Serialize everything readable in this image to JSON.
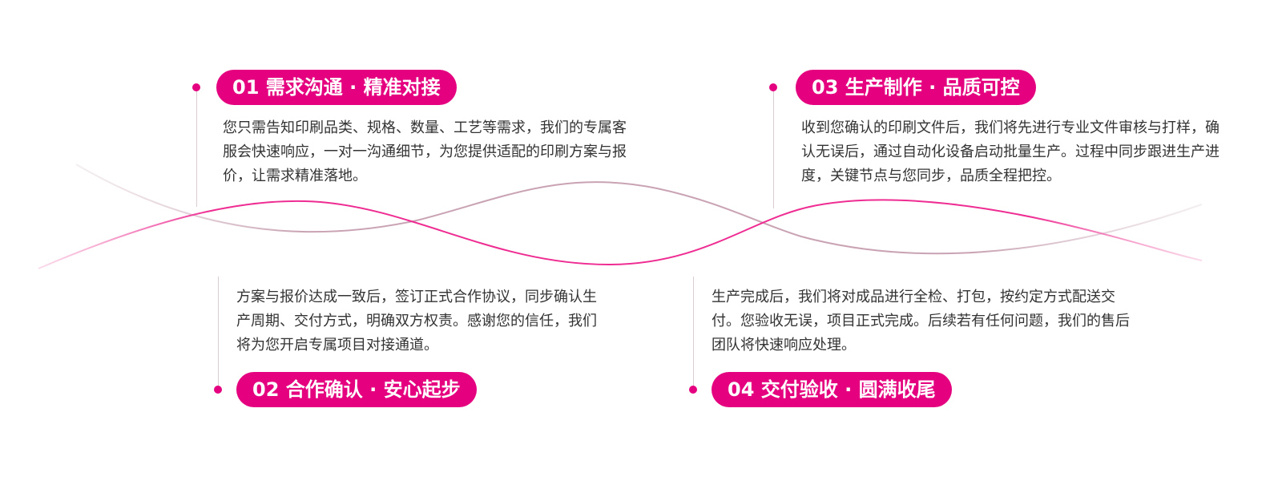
{
  "colors": {
    "accent": "#e4007f",
    "wave_pink": "#ee2c92",
    "wave_mauve": "#c9a3b3",
    "text": "#333333",
    "connector": "#d9cdd2"
  },
  "steps": [
    {
      "title": "01 需求沟通 · 精准对接",
      "description": "您只需告知印刷品类、规格、数量、工艺等需求，我们的专属客服会快速响应，一对一沟通细节，为您提供适配的印刷方案与报价，让需求精准落地。"
    },
    {
      "title": "02 合作确认 · 安心起步",
      "description": "方案与报价达成一致后，签订正式合作协议，同步确认生产周期、交付方式，明确双方权责。感谢您的信任，我们将为您开启专属项目对接通道。"
    },
    {
      "title": "03 生产制作 · 品质可控",
      "description": "收到您确认的印刷文件后，我们将先进行专业文件审核与打样，确认无误后，通过自动化设备启动批量生产。过程中同步跟进生产进度，关键节点与您同步，品质全程把控。"
    },
    {
      "title": "04 交付验收 · 圆满收尾",
      "description": "生产完成后，我们将对成品进行全检、打包，按约定方式配送交付。您验收无误，项目正式完成。后续若有任何问题，我们的售后团队将快速响应处理。"
    }
  ]
}
